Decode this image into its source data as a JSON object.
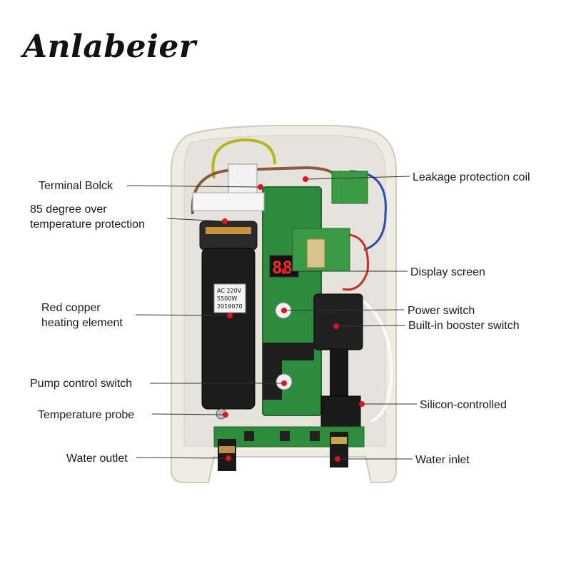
{
  "brand": {
    "logo_text": "Anlabeier"
  },
  "device": {
    "heater_label": {
      "line1": "AC 220V",
      "line2": "5500W",
      "line3": "2019070"
    },
    "display_digits": "88"
  },
  "callouts": {
    "terminal_block": "Terminal Bolck",
    "over_temp_line1": "85 degree over",
    "over_temp_line2": "temperature protection",
    "heating_line1": "Red copper",
    "heating_line2": "heating element",
    "pump_switch": "Pump control switch",
    "temp_probe": "Temperature probe",
    "water_outlet": "Water outlet",
    "leakage_coil": "Leakage protection coil",
    "display_screen": "Display screen",
    "power_switch": "Power switch",
    "booster_switch": "Built-in booster switch",
    "silicon_controlled": "Silicon-controlled",
    "water_inlet": "Water inlet"
  },
  "colors": {
    "marker": "#e0141c",
    "leader": "#333333"
  }
}
